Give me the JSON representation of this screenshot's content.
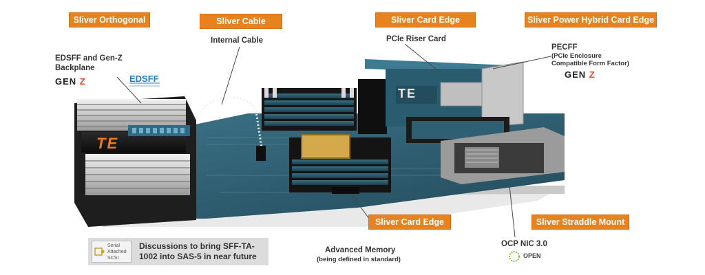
{
  "tags": {
    "sliver_orthogonal": "Sliver Orthogonal",
    "sliver_cable": "Sliver Cable",
    "sliver_card_edge_top": "Sliver Card Edge",
    "sliver_power_hybrid": "Sliver Power Hybrid Card Edge",
    "sliver_card_edge_bottom": "Sliver Card Edge",
    "sliver_straddle_mount": "Sliver Straddle Mount"
  },
  "labels": {
    "edsff_backplane_line1": "EDSFF and Gen-Z",
    "edsff_backplane_line2": "Backplane",
    "internal_cable": "Internal Cable",
    "pcie_riser_card": "PCIe Riser Card",
    "pecff": "PECFF",
    "pecff_sub_line1": "(PCIe Enclosure",
    "pecff_sub_line2": "Compatible Form Factor)",
    "advanced_memory": "Advanced Memory",
    "advanced_memory_sub": "(being defined in standard)",
    "ocp_nic": "OCP NIC 3.0"
  },
  "logos": {
    "genz_left": "GEN Z",
    "genz_right": "GEN Z",
    "edsff": "EDSFF",
    "te_board": "TE",
    "te_riser": "TE",
    "open": "OPEN",
    "sas_line1": "Serial",
    "sas_line2": "Attached",
    "sas_line3": "SCSI"
  },
  "sas_note": {
    "line1": "Discussions to bring SFF-TA-",
    "line2": "1002 into SAS-5 in near future"
  },
  "colors": {
    "tag_orange": "#e8821e",
    "board_teal": "#2f5f73",
    "te_orange": "#f07a22",
    "genz_red": "#e0462b",
    "edsff_blue": "#1f7fc4"
  }
}
